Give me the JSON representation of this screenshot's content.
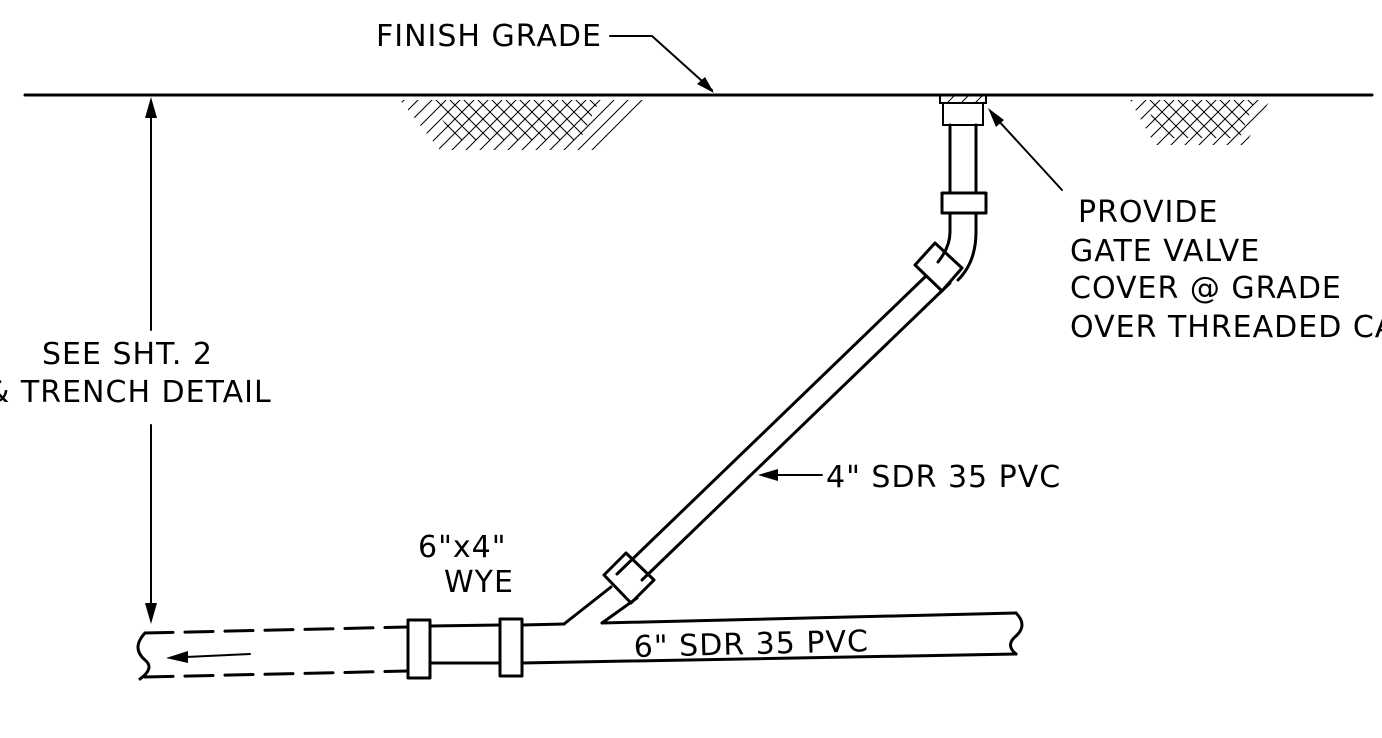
{
  "labels": {
    "finish_grade": "FINISH GRADE",
    "provide_1": "PROVIDE",
    "provide_2": "GATE VALVE",
    "provide_3": "COVER @ GRADE",
    "provide_4": "OVER THREADED CA",
    "see_sht_1": "SEE SHT. 2",
    "see_sht_2": "& TRENCH DETAIL",
    "pipe_4": "4\" SDR 35 PVC",
    "wye_1": "6\"x4\"",
    "wye_2": "WYE",
    "pipe_6": "6\" SDR 35 PVC"
  },
  "colors": {
    "ink": "#000000",
    "paper": "#ffffff"
  }
}
